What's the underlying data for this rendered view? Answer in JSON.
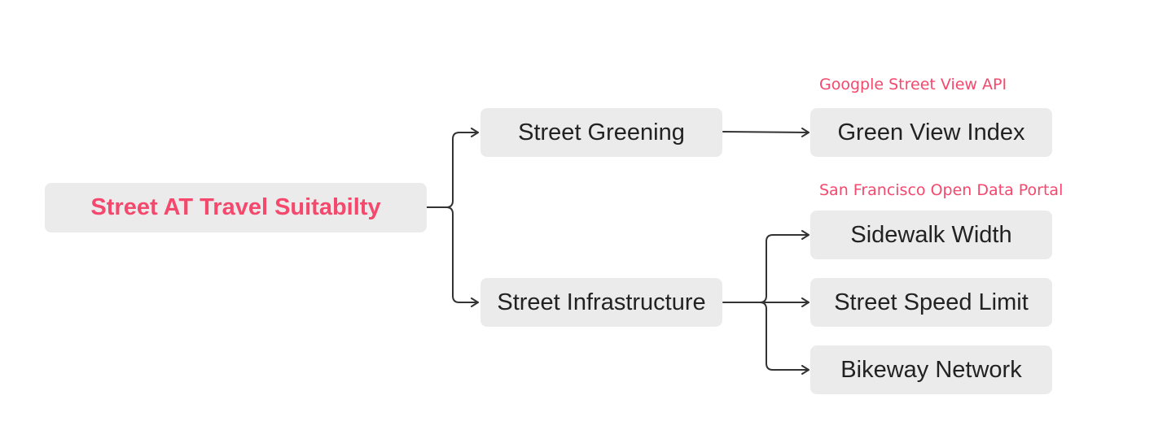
{
  "diagram": {
    "root": {
      "label": "Street AT Travel Suitabilty",
      "color": "#f4486d"
    },
    "branches": [
      {
        "label": "Street Greening",
        "children": [
          {
            "label": "Green View Index"
          }
        ],
        "annotation": "Googple Street View API"
      },
      {
        "label": "Street Infrastructure",
        "children": [
          {
            "label": "Sidewalk Width"
          },
          {
            "label": "Street Speed Limit"
          },
          {
            "label": "Bikeway Network"
          }
        ],
        "annotation": "San Francisco Open Data Portal"
      }
    ],
    "colors": {
      "node_fill": "#ebebeb",
      "connector": "#333333",
      "annotation": "#f4486d"
    }
  }
}
